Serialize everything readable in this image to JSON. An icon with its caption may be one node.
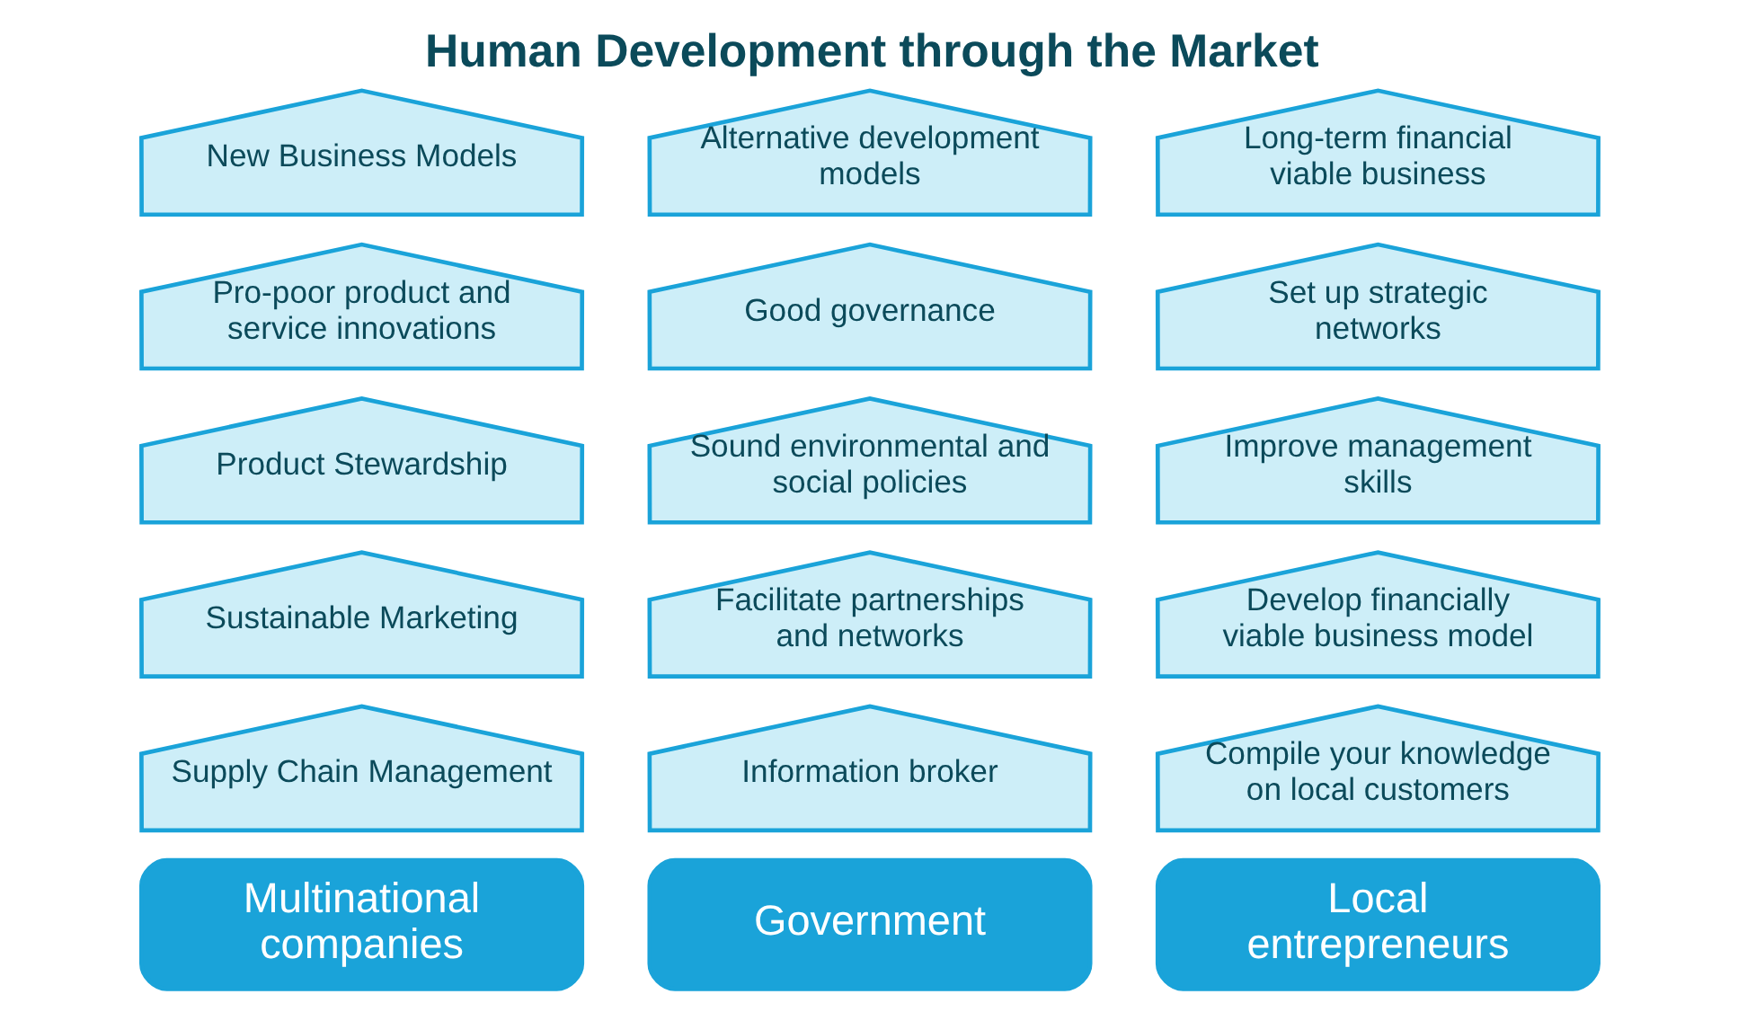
{
  "diagram": {
    "title": "Human Development through the Market",
    "nodes": [
      {
        "text": [
          "New Business Models"
        ]
      },
      {
        "text": [
          "Pro-poor product and service innovations"
        ]
      },
      {
        "text": [
          "Product Stewardship"
        ]
      },
      {
        "text": [
          "Sustainable Marketing"
        ]
      },
      {
        "text": [
          "Supply Chain Management"
        ]
      },
      {
        "text": [
          "Multinational companies"
        ]
      },
      {
        "text": [
          "Alternative development models"
        ]
      },
      {
        "text": [
          "Good governance"
        ]
      },
      {
        "text": [
          "Sound environmental and social policies"
        ]
      },
      {
        "text": [
          "Facilitate partnerships and networks"
        ]
      },
      {
        "text": [
          "Information broker"
        ]
      },
      {
        "text": [
          "Government"
        ]
      },
      {
        "text": [
          "Long-term financial viable business"
        ]
      },
      {
        "text": [
          "Set up strategic networks"
        ]
      },
      {
        "text": [
          "Improve management skills"
        ]
      },
      {
        "text": [
          "Develop financially viable business model"
        ]
      },
      {
        "text": [
          "Compile your knowledge on local customers"
        ]
      },
      {
        "text": [
          "Local entrepreneurs"
        ]
      }
    ],
    "edges": []
  }
}
